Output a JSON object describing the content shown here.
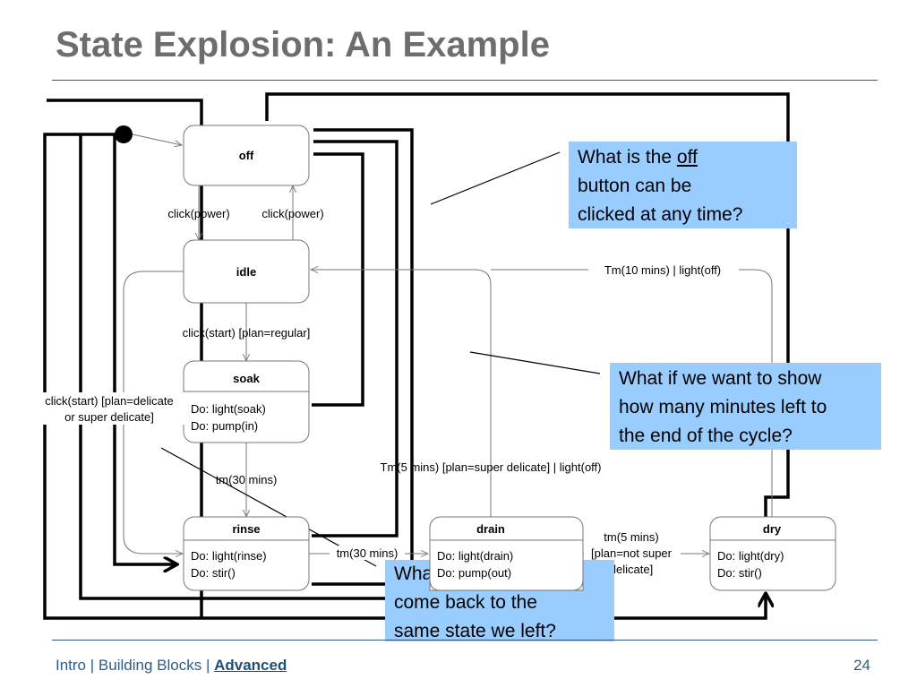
{
  "slide": {
    "title": "State Explosion: An Example",
    "page_number": "24"
  },
  "footer": {
    "intro": "Intro",
    "separator": "|",
    "building_blocks": "Building Blocks",
    "advanced": "Advanced"
  },
  "states": {
    "off": {
      "name": "off"
    },
    "idle": {
      "name": "idle"
    },
    "soak": {
      "name": "soak",
      "activities": [
        "Do: light(soak)",
        "Do: pump(in)"
      ]
    },
    "rinse": {
      "name": "rinse",
      "activities": [
        "Do: light(rinse)",
        "Do: stir()"
      ]
    },
    "drain": {
      "name": "drain",
      "activities": [
        "Do: light(drain)",
        "Do: pump(out)"
      ]
    },
    "dry": {
      "name": "dry",
      "activities": [
        "Do: light(dry)",
        "Do: stir()"
      ]
    }
  },
  "transitions": {
    "off_to_idle": "click(power)",
    "idle_to_off": "click(power)",
    "idle_to_soak": "click(start) [plan=regular]",
    "idle_to_rinse": [
      "click(start) [plan=delicate",
      "or super delicate]"
    ],
    "soak_to_rinse": "tm(30 mins)",
    "rinse_to_drain": "tm(30 mins)",
    "drain_to_idle": "Tm(5 mins) [plan=super delicate] | light(off)",
    "drain_to_dry": [
      "tm(5 mins)",
      "[plan=not super",
      "delicate]"
    ],
    "dry_to_idle": "Tm(10 mins) |  light(off)"
  },
  "callouts": {
    "off_button": [
      "What is the ",
      "off",
      "button can be",
      "clicked at any time?"
    ],
    "minutes_left": [
      "What if we want to show",
      "how many minutes left to",
      "the end of the cycle?"
    ],
    "come_back": [
      "What if we want to",
      "come back to the",
      "same state we left?"
    ]
  },
  "colors": {
    "title": "#6d6d6d",
    "rule": "#2e5c8a",
    "callout": "#99ccff",
    "footer": "#2e5c8a"
  }
}
